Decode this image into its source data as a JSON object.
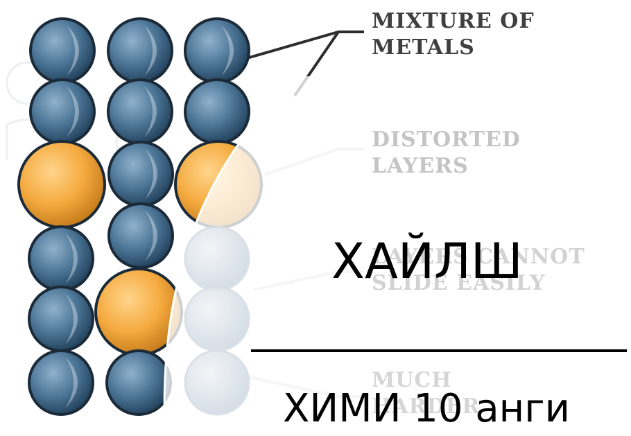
{
  "labels": {
    "mixture": [
      "MIXTURE OF",
      "METALS"
    ],
    "distorted": [
      "DISTORTED",
      "LAYERS"
    ],
    "slide": [
      "LAYERS CANNOT",
      "SLIDE EASILY"
    ],
    "harder": [
      "MUCH",
      "HARDER"
    ]
  },
  "title": "ХАЙЛШ",
  "subtitle": "ХИМИ 10 анги",
  "colors": {
    "base_metal_atom": "#3d6585",
    "alloy_atom": "#f0a53a",
    "faded_atom": "#dde4ea",
    "text_dark": "#3f3f3f"
  },
  "atom_grid": {
    "columns": 3,
    "rows": 6,
    "alloy_atoms": [
      "row3-col1",
      "row3-col3",
      "row5-col2"
    ]
  }
}
